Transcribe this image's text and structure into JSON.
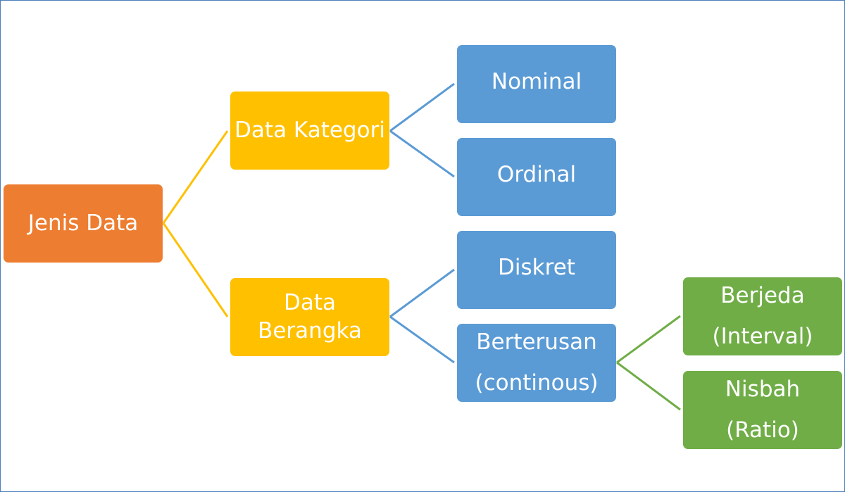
{
  "colors": {
    "root": "#ed7d31",
    "level1": "#ffc000",
    "level2": "#5b9bd5",
    "level3": "#70ad47",
    "border": "#4a7ebb"
  },
  "nodes": {
    "root": "Jenis Data",
    "kategori": "Data Kategori",
    "berangka": [
      "Data",
      "Berangka"
    ],
    "nominal": "Nominal",
    "ordinal": "Ordinal",
    "diskret": "Diskret",
    "berterusan": [
      "Berterusan",
      "(continous)"
    ],
    "berjeda": [
      "Berjeda",
      "(Interval)"
    ],
    "nisbah": [
      "Nisbah",
      "(Ratio)"
    ]
  }
}
